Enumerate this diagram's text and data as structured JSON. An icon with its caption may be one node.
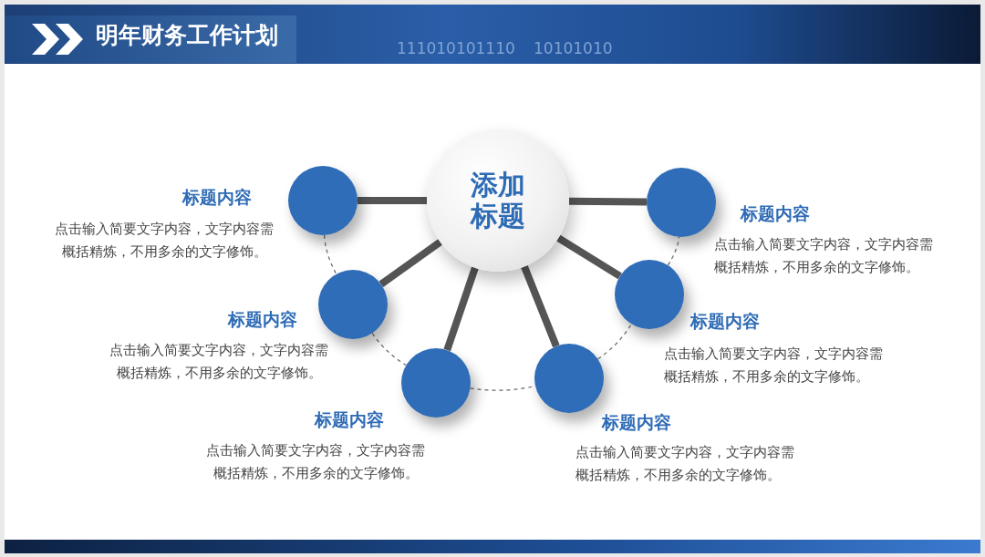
{
  "diagram": {
    "title": "明年财务工作计划",
    "nodes": [
      {
        "text": [
          "添加标题"
        ]
      },
      {
        "text": [],
        "shape": "circle",
        "beside": [
          "标题内容",
          "点击输入简要文字内容，文字内容需概括精炼，不用多余的文字修饰。"
        ]
      },
      {
        "text": [],
        "shape": "circle",
        "beside": [
          "标题内容",
          "点击输入简要文字内容，文字内容需概括精炼，不用多余的文字修饰。"
        ]
      },
      {
        "text": [],
        "shape": "circle",
        "beside": [
          "标题内容",
          "点击输入简要文字内容，文字内容需概括精炼，不用多余的文字修饰。"
        ]
      },
      {
        "text": [],
        "shape": "circle",
        "beside": [
          "标题内容",
          "点击输入简要文字内容，文字内容需概括精炼，不用多余的文字修饰。"
        ]
      },
      {
        "text": [],
        "shape": "circle",
        "beside": [
          "标题内容",
          "点击输入简要文字内容，文字内容需概括精炼，不用多余的文字修饰。"
        ]
      },
      {
        "text": [],
        "shape": "circle",
        "beside": [
          "标题内容",
          "点击输入简要文字内容，文字内容需概括精炼，不用多余的文字修饰。"
        ]
      }
    ],
    "edges": [
      {
        "from": 0,
        "to": 1,
        "arrow": "none"
      },
      {
        "from": 0,
        "to": 2,
        "arrow": "none"
      },
      {
        "from": 0,
        "to": 3,
        "arrow": "none"
      },
      {
        "from": 0,
        "to": 4,
        "arrow": "none"
      },
      {
        "from": 0,
        "to": 5,
        "arrow": "none"
      },
      {
        "from": 0,
        "to": 6,
        "arrow": "none"
      },
      {
        "from": 1,
        "to": 2,
        "arrow": "none",
        "style": "dashed"
      },
      {
        "from": 2,
        "to": 3,
        "arrow": "none",
        "style": "dashed"
      },
      {
        "from": 3,
        "to": 4,
        "arrow": "none",
        "style": "dashed"
      },
      {
        "from": 4,
        "to": 5,
        "arrow": "none",
        "style": "dashed"
      },
      {
        "from": 5,
        "to": 6,
        "arrow": "none",
        "style": "dashed"
      }
    ],
    "labels": [
      "111010101110",
      "10101010"
    ]
  }
}
